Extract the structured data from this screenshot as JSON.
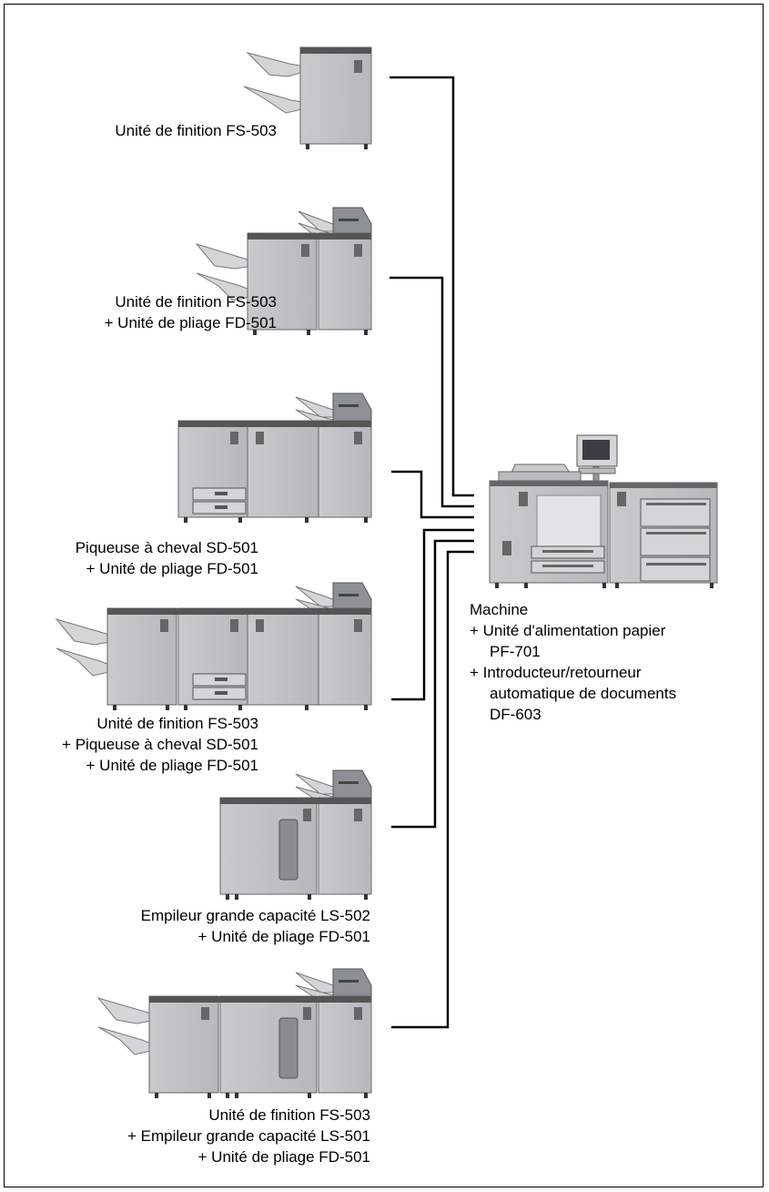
{
  "configurations": [
    {
      "id": "fs503",
      "lines": [
        "Unité de finition FS-503"
      ]
    },
    {
      "id": "fs503-fd501",
      "lines": [
        "Unité de finition FS-503",
        "+ Unité de pliage FD-501"
      ]
    },
    {
      "id": "sd501-fd501",
      "lines": [
        "Piqueuse à cheval SD-501",
        "+ Unité de pliage FD-501"
      ]
    },
    {
      "id": "fs503-sd501-fd501",
      "lines": [
        "Unité de finition FS-503",
        "+ Piqueuse à cheval SD-501",
        "+ Unité de pliage FD-501"
      ]
    },
    {
      "id": "ls502-fd501",
      "lines": [
        "Empileur grande capacité LS-502",
        "+ Unité de pliage FD-501"
      ]
    },
    {
      "id": "fs503-ls501-fd501",
      "lines": [
        "Unité de finition FS-503",
        "+ Empileur grande capacité LS-501",
        "+ Unité de pliage FD-501"
      ]
    }
  ],
  "machine": {
    "title": "Machine",
    "lines": [
      "+ Unité d'alimentation papier",
      "PF-701",
      "+ Introducteur/retourneur",
      "automatique de documents",
      "DF-603"
    ]
  }
}
